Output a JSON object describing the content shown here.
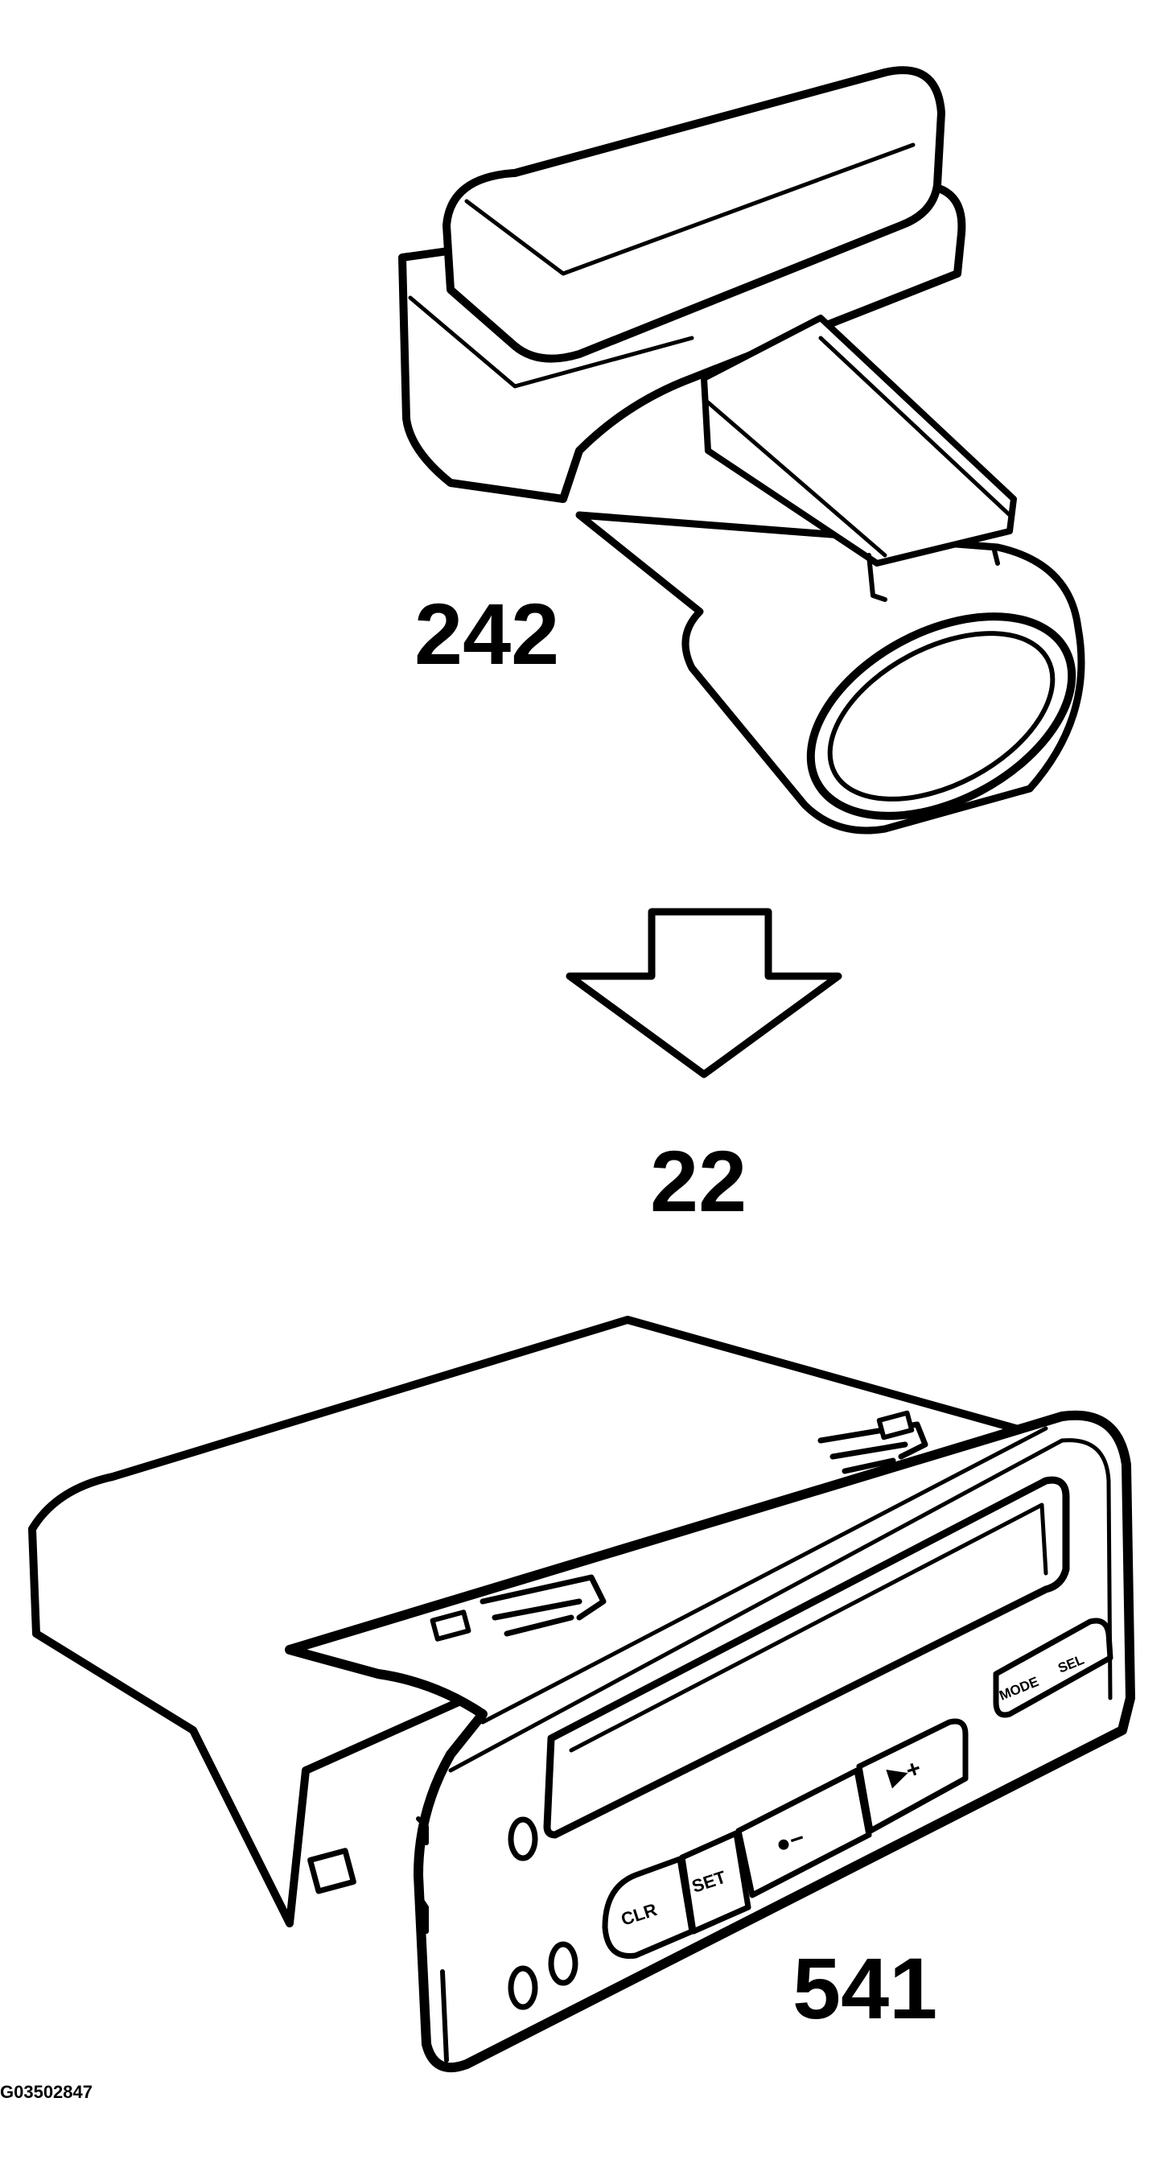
{
  "labels": {
    "part_top": "242",
    "arrow_step": "22",
    "part_bottom": "541",
    "figure_id": "G03502847"
  },
  "buttons": {
    "clr": "CLR",
    "set": "SET",
    "minus": "●−",
    "plus": "▶+",
    "mode": "MODE",
    "sel": "SEL"
  },
  "colors": {
    "ink": "#000000",
    "paper": "#ffffff"
  }
}
